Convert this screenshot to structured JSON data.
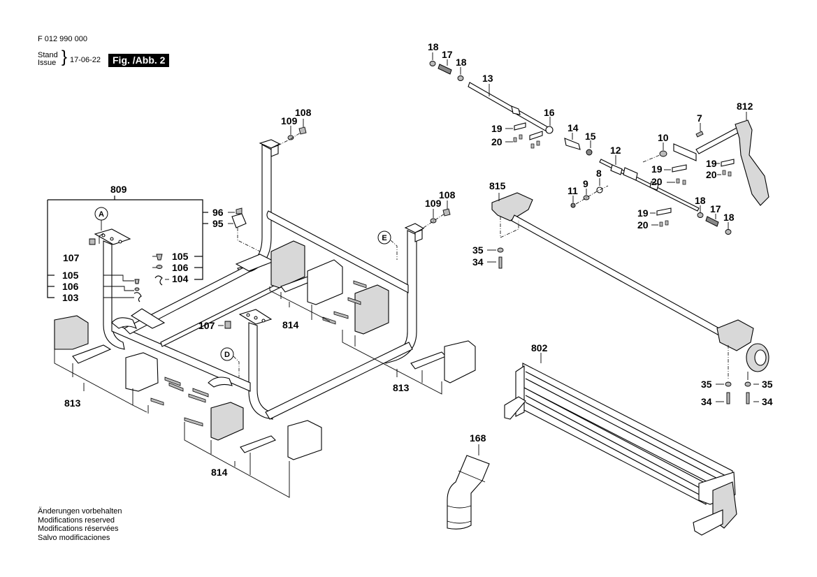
{
  "header": {
    "drawing_number": "F 012 990 000",
    "stand_label": "Stand",
    "issue_label": "Issue",
    "date": "17-06-22",
    "figure_label": "Fig. /Abb. 2"
  },
  "footer": {
    "lines": [
      "Änderungen vorbehalten",
      "Modifications reserved",
      "Modifications réservées",
      "Salvo modificaciones"
    ]
  },
  "callouts": {
    "c809": "809",
    "c96": "96",
    "c95": "95",
    "c107a": "107",
    "c105a": "105",
    "c106a": "106",
    "c104": "104",
    "c105b": "105",
    "c106b": "106",
    "c103": "103",
    "c108a": "108",
    "c109a": "109",
    "c108b": "108",
    "c109b": "109",
    "c107b": "107",
    "c814a": "814",
    "c813a": "813",
    "c813b": "813",
    "c814b": "814",
    "c18a": "18",
    "c17a": "17",
    "c18b": "18",
    "c13": "13",
    "c16": "16",
    "c19a": "19",
    "c20a": "20",
    "c14": "14",
    "c15": "15",
    "c12": "12",
    "c7": "7",
    "c812": "812",
    "c10": "10",
    "c19b": "19",
    "c20b": "20",
    "c19c": "19",
    "c20c": "20",
    "c8": "8",
    "c9": "9",
    "c11": "11",
    "c19d": "19",
    "c20d": "20",
    "c18c": "18",
    "c17b": "17",
    "c18d": "18",
    "c815": "815",
    "c35a": "35",
    "c34a": "34",
    "c802": "802",
    "c35b": "35",
    "c34b": "34",
    "c35c": "35",
    "c34c": "34",
    "c168": "168"
  },
  "reference_markers": {
    "a": "A",
    "d": "D",
    "e": "E"
  }
}
